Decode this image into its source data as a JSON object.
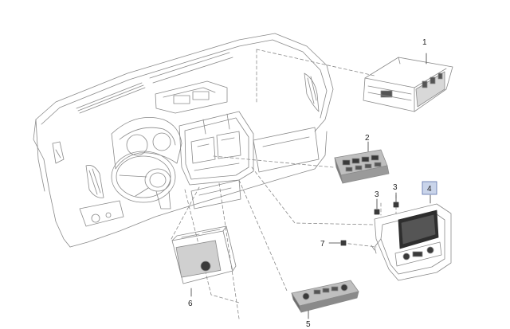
{
  "diagram": {
    "callouts": [
      {
        "id": "1",
        "label": "1"
      },
      {
        "id": "2",
        "label": "2"
      },
      {
        "id": "3a",
        "label": "3"
      },
      {
        "id": "3b",
        "label": "3"
      },
      {
        "id": "4",
        "label": "4",
        "highlighted": true
      },
      {
        "id": "5",
        "label": "5"
      },
      {
        "id": "6",
        "label": "6"
      },
      {
        "id": "7",
        "label": "7"
      }
    ],
    "colors": {
      "line": "#8a8a8a",
      "dark": "#3a3a3a",
      "highlight_fill": "#c9d4ea",
      "highlight_stroke": "#5a6ea8"
    }
  }
}
